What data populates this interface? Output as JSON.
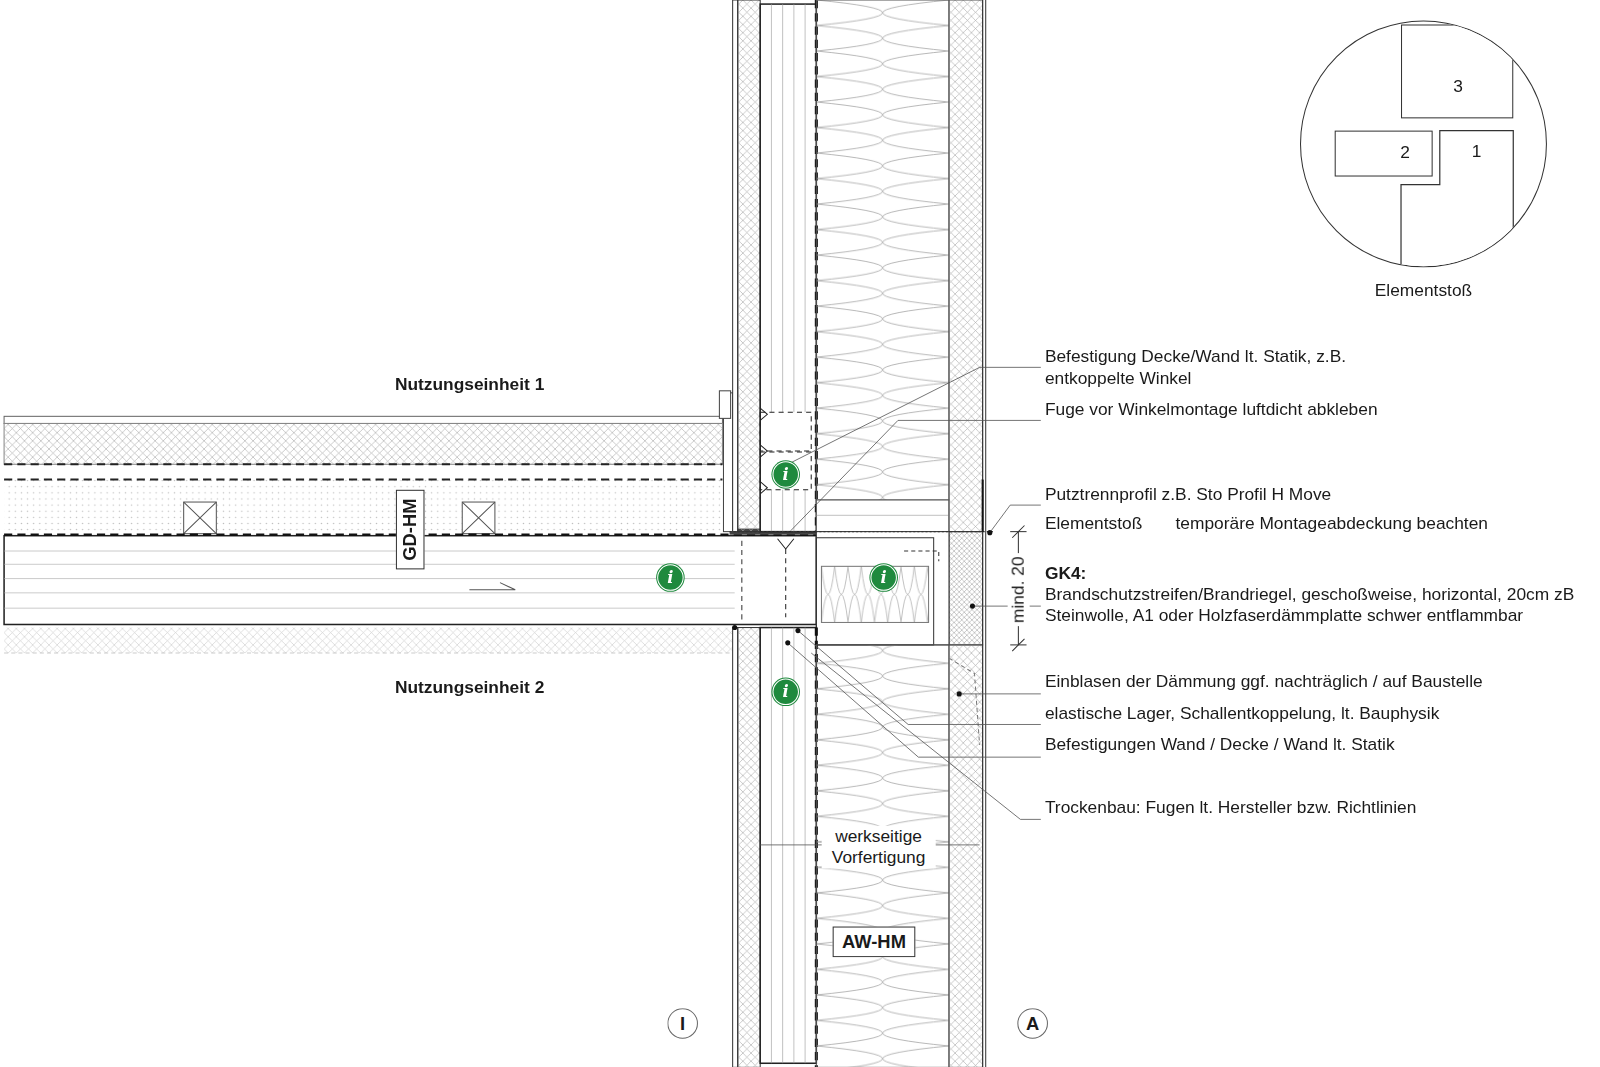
{
  "diagram": {
    "nodes": [
      {
        "text": [
          "Elementstoß"
        ]
      },
      {
        "text": [
          "3"
        ],
        "in": 0
      },
      {
        "text": [
          "2"
        ],
        "in": 0
      },
      {
        "text": [
          "1"
        ],
        "in": 0
      },
      {
        "text": [
          "i"
        ]
      },
      {
        "text": [
          "GD-HM"
        ]
      },
      {
        "text": [
          "i"
        ]
      },
      {
        "text": [
          "i"
        ]
      },
      {
        "text": [
          "i"
        ]
      },
      {
        "text": [
          "AW-HM"
        ]
      },
      {
        "text": [
          "I"
        ]
      },
      {
        "text": [
          "A"
        ]
      }
    ],
    "labels": [
      "Befestigung Decke/Wand lt. Statik, z.B. entkoppelte Winkel",
      "Nutzungseinheit 1",
      "Fuge vor Winkelmontage luftdicht abkleben",
      "Putztrennprofil z.B. Sto Profil H Move",
      "Elementstoß",
      "temporäre Montageabdeckung beachten",
      "GK4:",
      "Brandschutzstreifen/Brandriegel, geschoßweise, horizontal, 20cm zB Steinwolle, A1 oder Holzfaserdämmplatte schwer entflammbar",
      "mind. 20",
      "Einblasen der Dämmung ggf. nachträglich / auf Baustelle",
      "Nutzungseinheit 2",
      "elastische Lager, Schallentkoppelung, lt. Bauphysik",
      "Befestigungen Wand / Decke / Wand lt. Statik",
      "Trockenbau: Fugen lt. Hersteller bzw. Richtlinien",
      "werkseitige Vorfertigung"
    ]
  }
}
